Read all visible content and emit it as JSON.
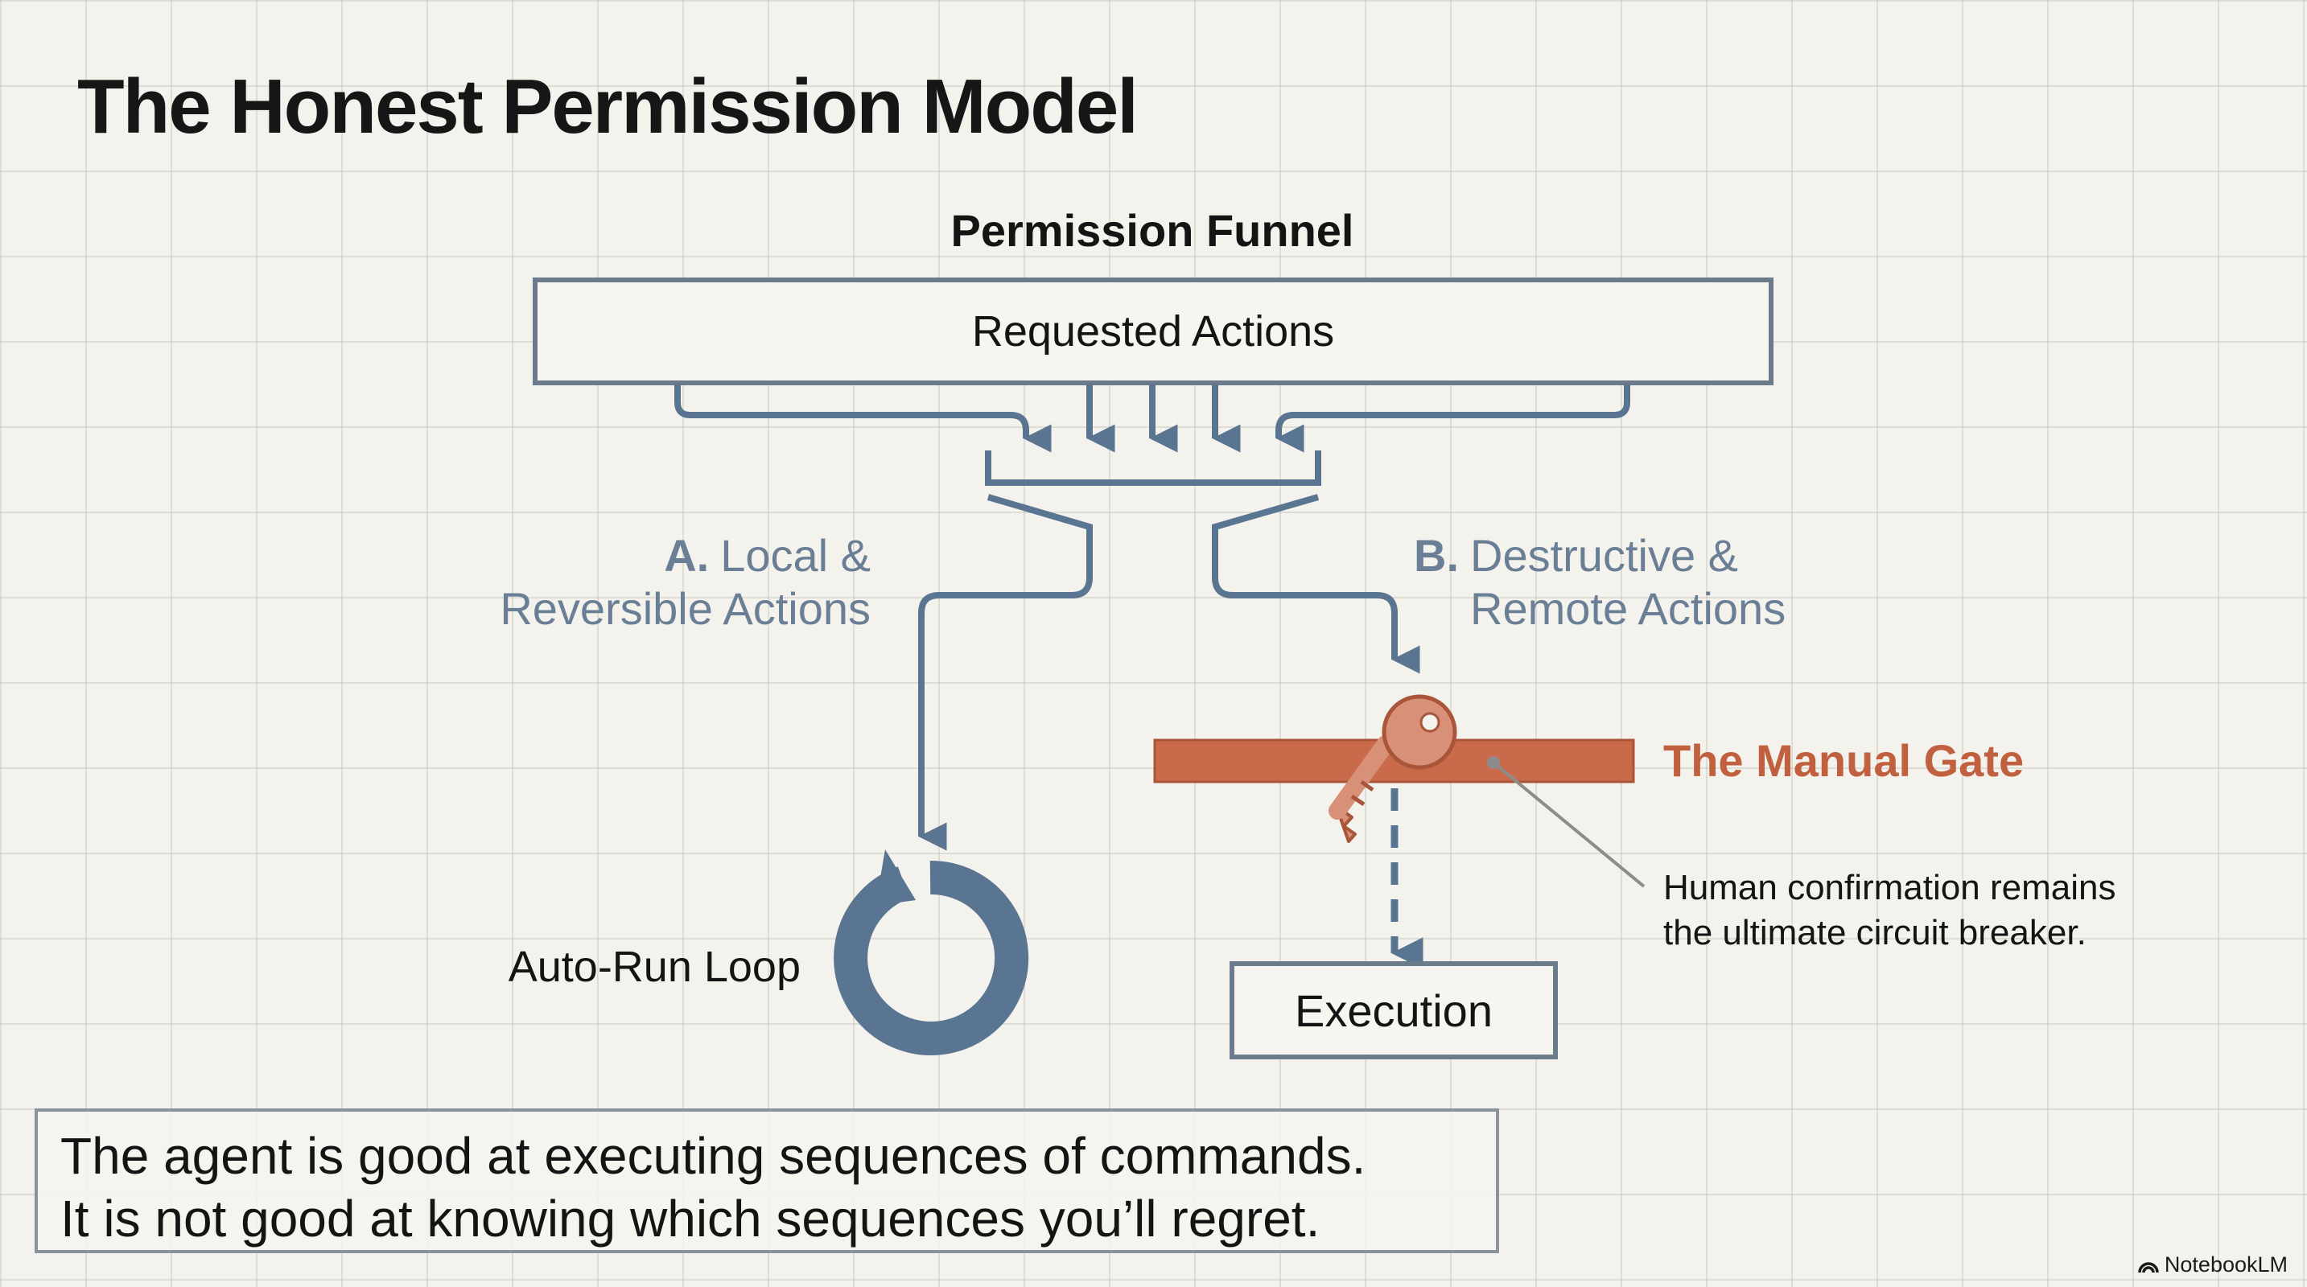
{
  "title": "The Honest Permission Model",
  "funnel": {
    "label": "Permission Funnel",
    "requested_actions": "Requested Actions"
  },
  "branch_a": {
    "letter": "A.",
    "line1": "Local &",
    "line2": "Reversible Actions",
    "loop_label": "Auto-Run Loop"
  },
  "branch_b": {
    "letter": "B.",
    "line1": "Destructive &",
    "line2": "Remote Actions",
    "gate_label": "The Manual Gate",
    "note_line1": "Human confirmation remains",
    "note_line2": "the ultimate circuit breaker.",
    "execution": "Execution"
  },
  "quote": {
    "line1": "The agent is good at executing sequences of commands.",
    "line2": "It is not good at knowing which sequences you’ll regret."
  },
  "brand": "NotebookLM",
  "colors": {
    "slate": "#5a7591",
    "slate_text": "#6a7f95",
    "box_border": "#6b7b8c",
    "gate": "#c96b4b",
    "gate_text": "#c0603f",
    "key": "#d99079"
  }
}
